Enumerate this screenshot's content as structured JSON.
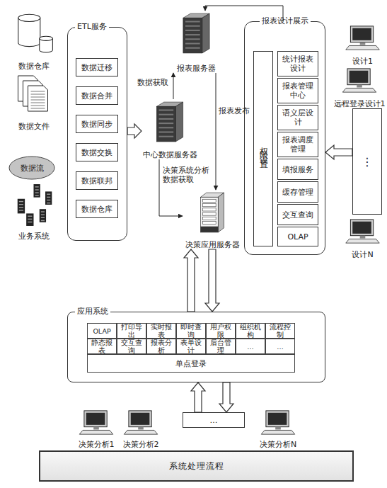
{
  "diagram": {
    "nodes": [
      {
        "text": [
          "数据仓库"
        ]
      },
      {
        "text": [
          "数据文件"
        ]
      },
      {
        "text": [
          "数据流"
        ]
      },
      {
        "text": [
          "业务系统"
        ]
      },
      {
        "text": [
          "ETL服务"
        ]
      },
      {
        "text": [
          "数据迁移"
        ],
        "in": 4
      },
      {
        "text": [
          "数据合并"
        ],
        "in": 4
      },
      {
        "text": [
          "数据同步"
        ],
        "in": 4
      },
      {
        "text": [
          "数据交换"
        ],
        "in": 4
      },
      {
        "text": [
          "数据联邦"
        ],
        "in": 4
      },
      {
        "text": [
          "数据仓库"
        ],
        "in": 4
      },
      {
        "text": [
          "中心数据服务器"
        ]
      },
      {
        "text": [
          "报表服务器"
        ]
      },
      {
        "text": [
          "决策应用服务器"
        ]
      },
      {
        "text": [
          "报表设计展示"
        ]
      },
      {
        "text": [
          "权限设置"
        ],
        "in": 14
      },
      {
        "text": [
          "统计报表设计"
        ],
        "in": 14
      },
      {
        "text": [
          "报表管理中心"
        ],
        "in": 14
      },
      {
        "text": [
          "语义层设计"
        ],
        "in": 14
      },
      {
        "text": [
          "报表调度管理"
        ],
        "in": 14
      },
      {
        "text": [
          "填报服务"
        ],
        "in": 14
      },
      {
        "text": [
          "缓存管理"
        ],
        "in": 14
      },
      {
        "text": [
          "交互查询"
        ],
        "in": 14
      },
      {
        "text": [
          "OLAP"
        ],
        "in": 14
      },
      {
        "text": [
          "设计1"
        ]
      },
      {
        "text": [
          "远程登录设计1"
        ]
      },
      {
        "text": [
          "⋮"
        ]
      },
      {
        "text": [
          "设计N"
        ]
      },
      {
        "text": [
          "应用系统"
        ]
      },
      {
        "text": [
          "OLAP"
        ],
        "in": 28
      },
      {
        "text": [
          "打印导出"
        ],
        "in": 28
      },
      {
        "text": [
          "实时报表"
        ],
        "in": 28
      },
      {
        "text": [
          "即时查询"
        ],
        "in": 28
      },
      {
        "text": [
          "用户权限"
        ],
        "in": 28
      },
      {
        "text": [
          "组织机构"
        ],
        "in": 28
      },
      {
        "text": [
          "流程控制"
        ],
        "in": 28
      },
      {
        "text": [
          "静态报表"
        ],
        "in": 28
      },
      {
        "text": [
          "交互查询"
        ],
        "in": 28
      },
      {
        "text": [
          "报表分析"
        ],
        "in": 28
      },
      {
        "text": [
          "表单设计"
        ],
        "in": 28
      },
      {
        "text": [
          "后台管理"
        ],
        "in": 28
      },
      {
        "text": [
          "…"
        ],
        "in": 28
      },
      {
        "text": [
          "…"
        ],
        "in": 28
      },
      {
        "text": [
          "单点登录"
        ],
        "in": 28
      },
      {
        "text": [
          "决策分析1"
        ]
      },
      {
        "text": [
          "决策分析2"
        ]
      },
      {
        "text": [
          "…"
        ]
      },
      {
        "text": [
          "决策分析N"
        ]
      },
      {
        "text": [
          "系统处理流程"
        ]
      }
    ],
    "edges": [
      {
        "from": 4,
        "to": 11,
        "arrow": "to"
      },
      {
        "from": 11,
        "to": 12,
        "label": "数据获取",
        "arrow": "to"
      },
      {
        "from": 12,
        "to": 13,
        "label": "报表发布",
        "arrow": "to"
      },
      {
        "from": 11,
        "to": 13,
        "label": "决策系统分析 数据获取",
        "arrow": "to"
      },
      {
        "from": 14,
        "to": 12,
        "arrow": "to"
      },
      {
        "from": 26,
        "to": 14,
        "arrow": "to"
      },
      {
        "from": 28,
        "to": 13,
        "arrow": "to"
      },
      {
        "from": 13,
        "to": 28,
        "arrow": "to"
      },
      {
        "from": 46,
        "to": 28,
        "arrow": "to"
      },
      {
        "from": 28,
        "to": 46,
        "arrow": "to"
      }
    ]
  }
}
